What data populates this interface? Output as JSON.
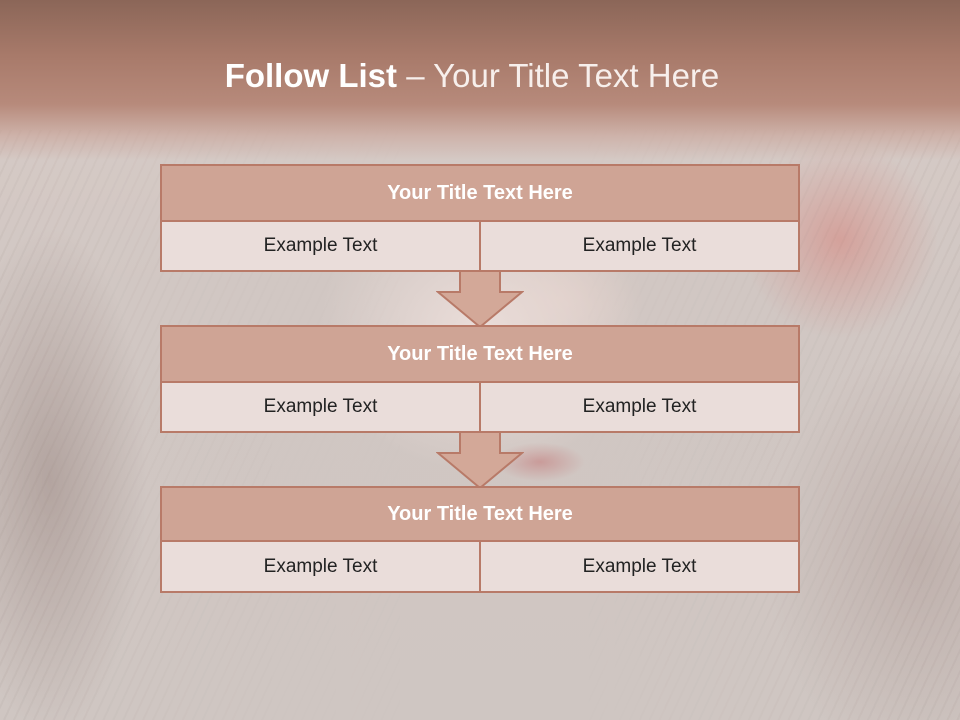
{
  "slide": {
    "title_bold": "Follow List",
    "title_rest": " – Your Title Text Here"
  },
  "blocks": [
    {
      "title": "Your Title Text Here",
      "left": "Example Text",
      "right": "Example Text"
    },
    {
      "title": "Your Title Text Here",
      "left": "Example Text",
      "right": "Example Text"
    },
    {
      "title": "Your Title Text Here",
      "left": "Example Text",
      "right": "Example Text"
    }
  ],
  "colors": {
    "header": "#a87a6a",
    "block_title_fill": "#cfa495",
    "block_cell_fill": "#eaddda",
    "border": "#b87a68"
  }
}
